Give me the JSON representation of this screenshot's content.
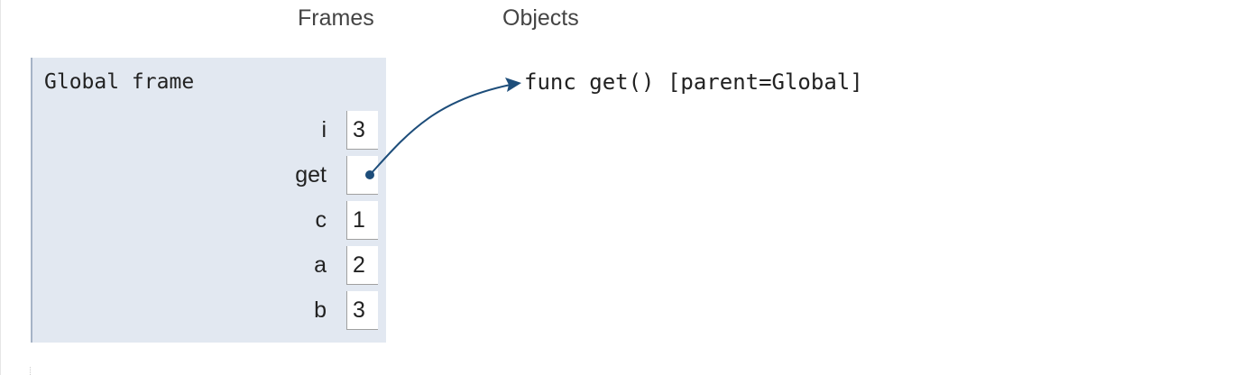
{
  "headers": {
    "frames": "Frames",
    "objects": "Objects"
  },
  "global_frame": {
    "title": "Global frame",
    "variables": [
      {
        "name": "i",
        "value": "3"
      },
      {
        "name": "get",
        "value": ""
      },
      {
        "name": "c",
        "value": "1"
      },
      {
        "name": "a",
        "value": "2"
      },
      {
        "name": "b",
        "value": "3"
      }
    ]
  },
  "objects": {
    "func_get": "func get() [parent=Global]"
  },
  "colors": {
    "frame_bg": "#e2e8f1",
    "frame_border": "#a6b3c6",
    "arrow": "#1d4d7a"
  }
}
